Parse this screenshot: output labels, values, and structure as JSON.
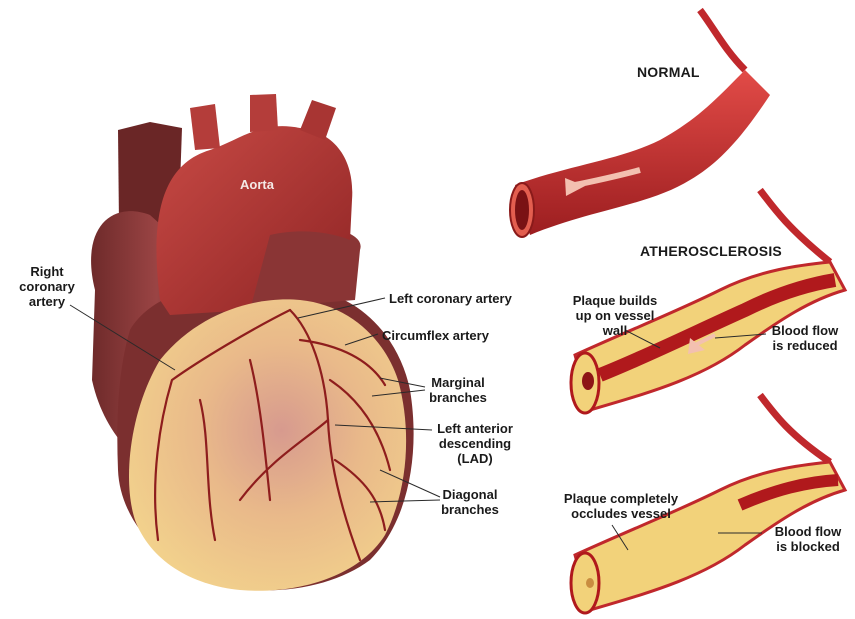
{
  "heart": {
    "aorta": "Aorta",
    "right_coronary": [
      "Right",
      "coronary",
      "artery"
    ],
    "left_coronary": "Left coronary artery",
    "circumflex": "Circumflex artery",
    "marginal": [
      "Marginal",
      "branches"
    ],
    "lad": [
      "Left anterior",
      "descending",
      "(LAD)"
    ],
    "diagonal": [
      "Diagonal",
      "branches"
    ]
  },
  "panels": {
    "normal": {
      "title": "NORMAL"
    },
    "atherosclerosis": {
      "title": "ATHEROSCLEROSIS",
      "plaque_label": [
        "Plaque builds",
        "up on vessel",
        "wall"
      ],
      "flow_label": [
        "Blood flow",
        "is reduced"
      ]
    },
    "occluded": {
      "plaque_label": [
        "Plaque completely",
        "occludes vessel"
      ],
      "flow_label": [
        "Blood flow",
        "is blocked"
      ]
    }
  },
  "colors": {
    "artery_red": "#c0282c",
    "artery_dark": "#7a1416",
    "plaque_yellow": "#f2d27a",
    "heart_muscle": "#8b3a3a",
    "fat_yellow": "#f1d08a",
    "label_text": "#1a1a1a"
  }
}
